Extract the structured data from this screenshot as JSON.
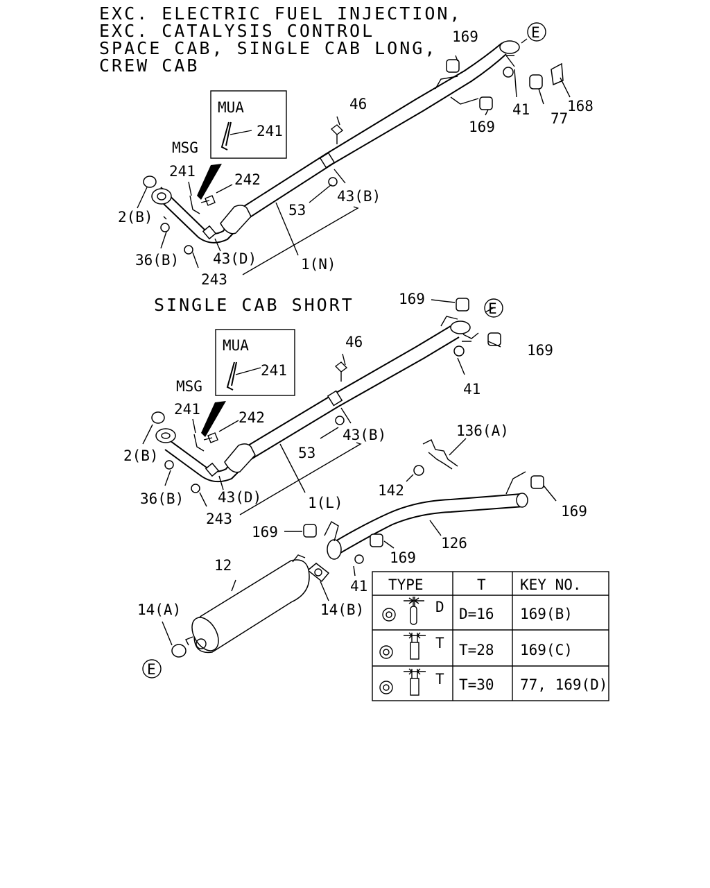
{
  "heading_lines": [
    "EXC. ELECTRIC FUEL INJECTION,",
    "EXC. CATALYSIS CONTROL",
    "SPACE CAB, SINGLE CAB LONG,",
    "CREW CAB"
  ],
  "section_single_short": "SINGLE CAB SHORT",
  "boxes": {
    "mua": "MUA",
    "msg": "MSG"
  },
  "ref_e": "E",
  "upper": {
    "l169a": "169",
    "l169b": "169",
    "l41": "41",
    "l77": "77",
    "l168": "168",
    "l46": "46",
    "l241box": "241",
    "l241": "241",
    "l242": "242",
    "l2b": "2(B)",
    "l53": "53",
    "l43b": "43(B)",
    "l36b": "36(B)",
    "l43d": "43(D)",
    "l1n": "1(N)",
    "l243": "243"
  },
  "lower": {
    "l169a": "169",
    "l169b": "169",
    "l41": "41",
    "l46": "46",
    "l241box": "241",
    "l241": "241",
    "l242": "242",
    "l2b": "2(B)",
    "l53": "53",
    "l43b": "43(B)",
    "l136a": "136(A)",
    "l36b": "36(B)",
    "l43d": "43(D)",
    "l1l": "1(L)",
    "l142": "142",
    "l243": "243",
    "l169c": "169",
    "l169d": "169",
    "l126": "126",
    "l169e": "169",
    "l12": "12",
    "l41b": "41",
    "l14b": "14(B)",
    "l14a": "14(A)"
  },
  "table": {
    "headers": [
      "TYPE",
      "T",
      "KEY NO."
    ],
    "rows": [
      {
        "dim": "D",
        "t": "D=16",
        "key": "169(B)"
      },
      {
        "dim": "T",
        "t": "T=28",
        "key": "169(C)"
      },
      {
        "dim": "T",
        "t": "T=30",
        "key": "77, 169(D)"
      }
    ]
  }
}
